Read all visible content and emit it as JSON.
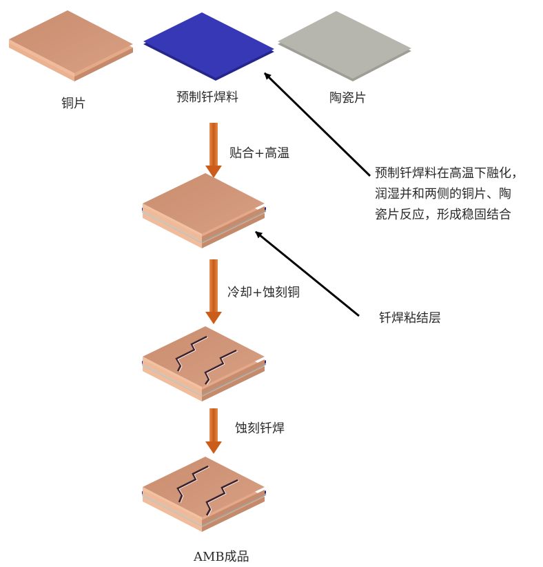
{
  "materials": {
    "copper": "铜片",
    "brazing": "预制钎焊料",
    "ceramic": "陶瓷片"
  },
  "steps": {
    "step1": "贴合+高温",
    "step2": "冷却+蚀刻铜",
    "step3": "蚀刻钎焊"
  },
  "annotations": {
    "reaction_lines": [
      "预制钎焊料在高温下融化，",
      "润湿并和两侧的铜片、陶",
      "瓷片反应，形成稳固结合"
    ],
    "bond_layer": "钎焊粘结层"
  },
  "final_label": "AMB成品",
  "colors": {
    "copper_top": "#cf9577",
    "copper_edge": "#e9b090",
    "brazing_top": "#3437b4",
    "ceramic_top": "#b4b4ac",
    "process_arrow": "#d5651c",
    "pointer": "#000000"
  }
}
